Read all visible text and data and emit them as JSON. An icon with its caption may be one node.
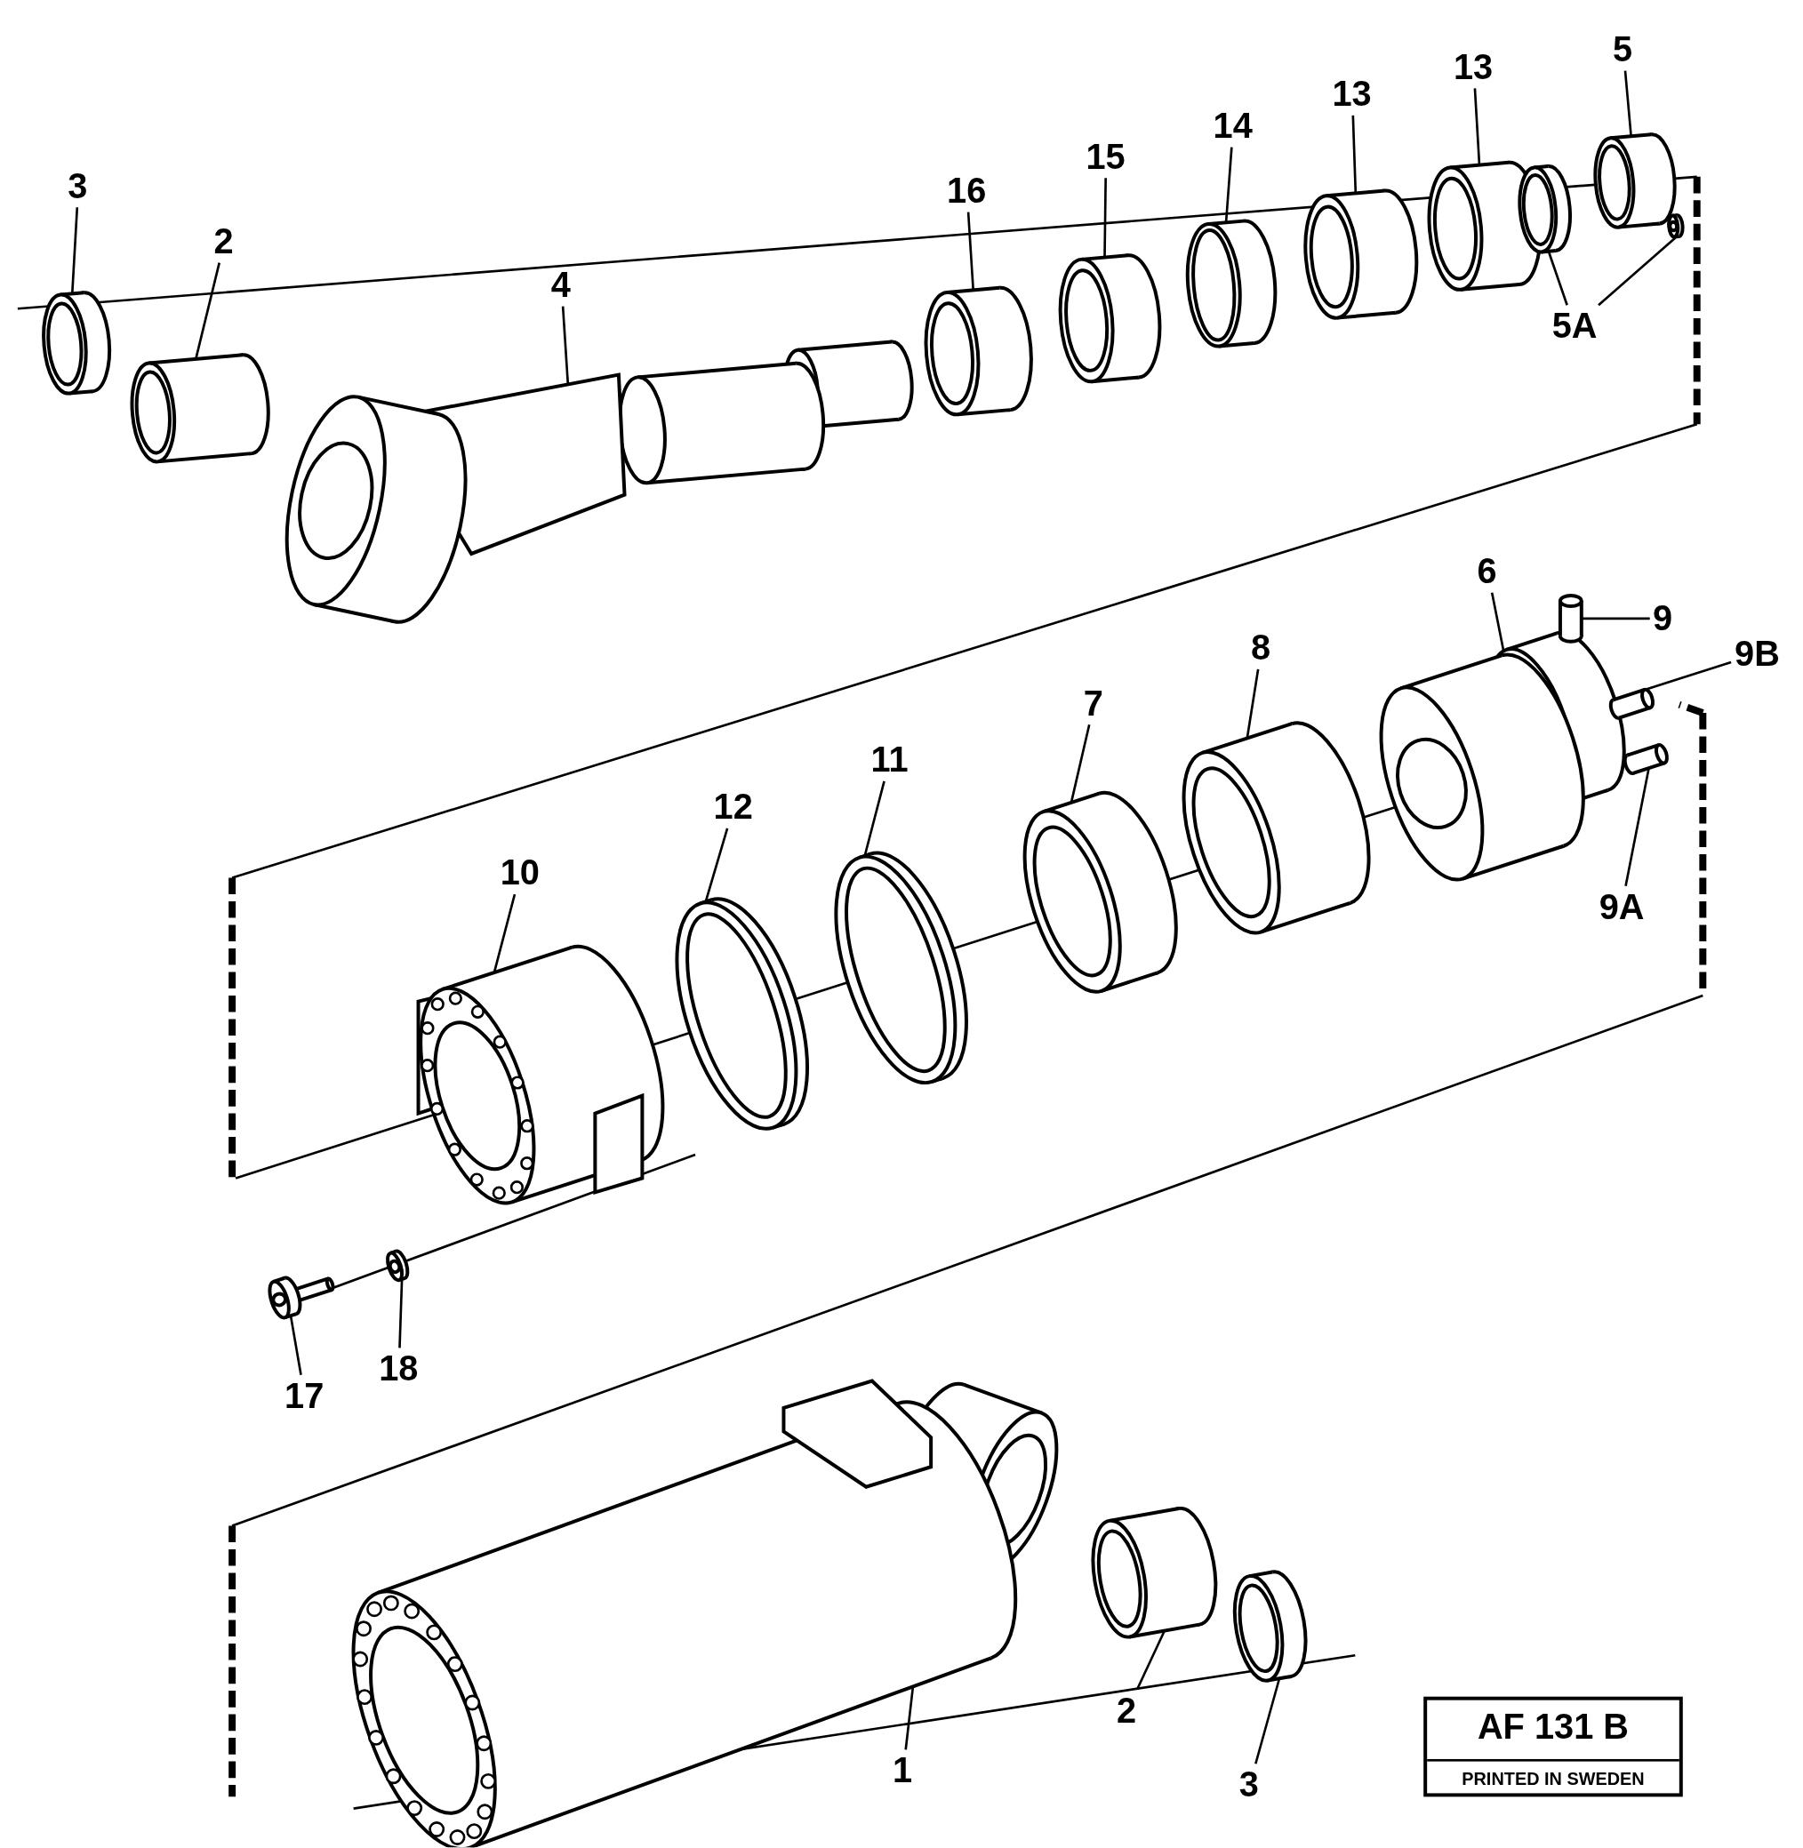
{
  "diagram": {
    "nodes": [
      {
        "text": [
          "3"
        ]
      },
      {
        "text": [
          "2"
        ]
      },
      {
        "text": [
          "4"
        ]
      },
      {
        "text": [
          "16"
        ]
      },
      {
        "text": [
          "15"
        ]
      },
      {
        "text": [
          "14"
        ]
      },
      {
        "text": [
          "13"
        ]
      },
      {
        "text": [
          "13"
        ]
      },
      {
        "text": [
          "5"
        ]
      },
      {
        "text": [
          "5A"
        ]
      },
      {
        "text": [
          "6"
        ]
      },
      {
        "text": [
          "9"
        ]
      },
      {
        "text": [
          "9B"
        ]
      },
      {
        "text": [
          "8"
        ]
      },
      {
        "text": [
          "7"
        ]
      },
      {
        "text": [
          "11"
        ]
      },
      {
        "text": [
          "12"
        ]
      },
      {
        "text": [
          "10"
        ]
      },
      {
        "text": [
          "9A"
        ]
      },
      {
        "text": [
          "17"
        ]
      },
      {
        "text": [
          "18"
        ]
      },
      {
        "text": [
          "1"
        ]
      },
      {
        "text": [
          "2"
        ]
      },
      {
        "text": [
          "3"
        ]
      },
      {
        "text": [],
        "shape": "picture"
      },
      {
        "text": [],
        "shape": "picture"
      },
      {
        "text": [],
        "shape": "picture"
      },
      {
        "text": [],
        "shape": "picture"
      },
      {
        "text": [],
        "shape": "picture"
      },
      {
        "text": [],
        "shape": "picture"
      },
      {
        "text": [],
        "shape": "picture"
      },
      {
        "text": [],
        "shape": "picture"
      },
      {
        "text": [],
        "shape": "picture"
      },
      {
        "text": [],
        "shape": "picture"
      },
      {
        "text": [],
        "shape": "picture"
      },
      {
        "text": [],
        "shape": "picture"
      },
      {
        "text": [],
        "shape": "picture"
      },
      {
        "text": [],
        "shape": "picture"
      },
      {
        "text": [],
        "shape": "picture"
      },
      {
        "text": [],
        "shape": "picture"
      },
      {
        "text": [],
        "shape": "picture"
      },
      {
        "text": [],
        "shape": "picture"
      },
      {
        "text": [],
        "shape": "picture"
      },
      {
        "text": [],
        "shape": "picture"
      },
      {
        "text": [],
        "shape": "picture"
      },
      {
        "text": [],
        "shape": "picture"
      },
      {
        "text": [],
        "shape": "picture"
      },
      {
        "text": [],
        "shape": "picture"
      },
      {
        "text": [],
        "shape": "picture"
      }
    ],
    "edges": [
      {
        "from": 0,
        "to": 24,
        "arrow": "none"
      },
      {
        "from": 1,
        "to": 25,
        "arrow": "none"
      },
      {
        "from": 2,
        "to": 26,
        "arrow": "none"
      },
      {
        "from": 3,
        "to": 27,
        "arrow": "none"
      },
      {
        "from": 4,
        "to": 28,
        "arrow": "none"
      },
      {
        "from": 5,
        "to": 29,
        "arrow": "none"
      },
      {
        "from": 6,
        "to": 30,
        "arrow": "none"
      },
      {
        "from": 7,
        "to": 31,
        "arrow": "none"
      },
      {
        "from": 8,
        "to": 32,
        "arrow": "none"
      },
      {
        "from": 9,
        "to": 33,
        "arrow": "none"
      },
      {
        "from": 9,
        "to": 34,
        "arrow": "none"
      },
      {
        "from": 10,
        "to": 35,
        "arrow": "none"
      },
      {
        "from": 11,
        "to": 36,
        "arrow": "none"
      },
      {
        "from": 12,
        "to": 37,
        "arrow": "none"
      },
      {
        "from": 13,
        "to": 38,
        "arrow": "none"
      },
      {
        "from": 14,
        "to": 39,
        "arrow": "none"
      },
      {
        "from": 15,
        "to": 40,
        "arrow": "none"
      },
      {
        "from": 16,
        "to": 41,
        "arrow": "none"
      },
      {
        "from": 17,
        "to": 42,
        "arrow": "none"
      },
      {
        "from": 18,
        "to": 43,
        "arrow": "none"
      },
      {
        "from": 19,
        "to": 44,
        "arrow": "none"
      },
      {
        "from": 20,
        "to": 45,
        "arrow": "none"
      },
      {
        "from": 21,
        "to": 46,
        "arrow": "none"
      },
      {
        "from": 22,
        "to": 47,
        "arrow": "none"
      },
      {
        "from": 23,
        "to": 48,
        "arrow": "none"
      }
    ],
    "labels": [
      "AF 131 B",
      "PRINTED IN SWEDEN"
    ]
  }
}
